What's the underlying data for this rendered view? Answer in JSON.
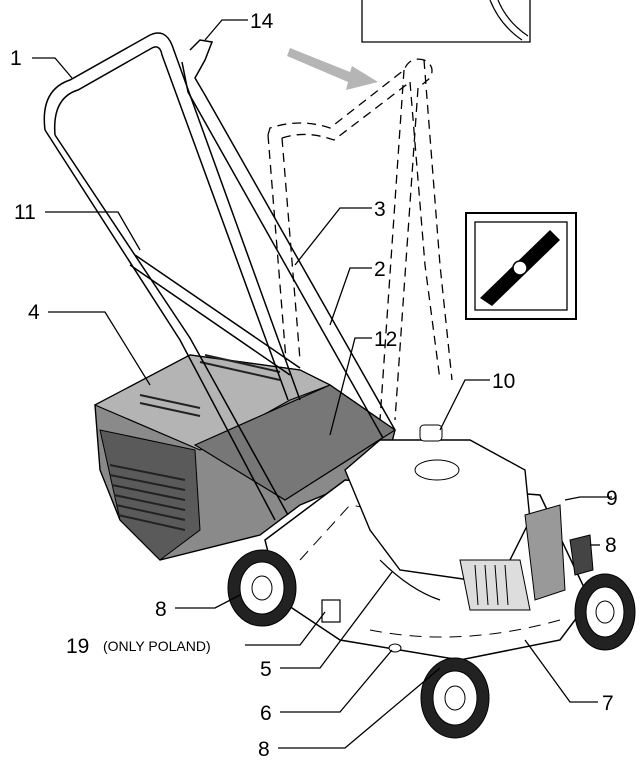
{
  "callouts": {
    "c1": "1",
    "c14": "14",
    "c11": "11",
    "c3": "3",
    "c2": "2",
    "c4": "4",
    "c12": "12",
    "c10": "10",
    "c9": "9",
    "c8_right": "8",
    "c8_left": "8",
    "c19_num": "19",
    "c19_note": "(ONLY POLAND)",
    "c5": "5",
    "c6": "6",
    "c7": "7",
    "c8_bottom": "8"
  },
  "icons": {
    "blade_symbol": "mower-blade-icon",
    "motion_arrow": "fold-direction-arrow-icon"
  },
  "colors": {
    "line": "#000000",
    "body_fill": "#ffffff",
    "grass_box_fill": "#8a8a8a",
    "grass_box_dark": "#5a5a5a",
    "arrow_fill": "#b5b5b5"
  }
}
